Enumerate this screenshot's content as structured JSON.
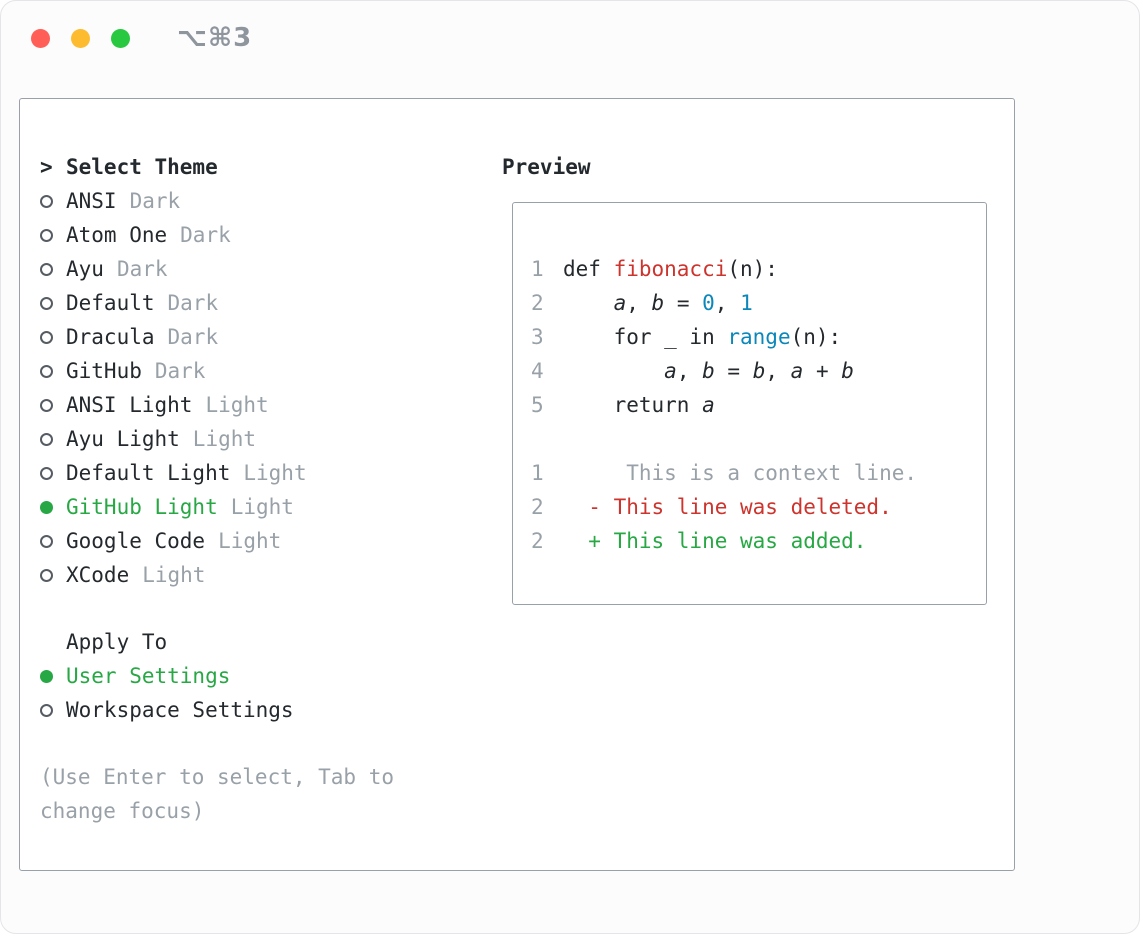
{
  "window": {
    "shortcut": "⌥⌘3",
    "traffic_lights": {
      "close": "#ff5f57",
      "minimize": "#fdbc2f",
      "zoom": "#28c840"
    }
  },
  "selector": {
    "heading_prompt": ">",
    "heading": "Select Theme",
    "themes": [
      {
        "name": "ANSI",
        "variant": "Dark",
        "selected": false
      },
      {
        "name": "Atom One",
        "variant": "Dark",
        "selected": false
      },
      {
        "name": "Ayu",
        "variant": "Dark",
        "selected": false
      },
      {
        "name": "Default",
        "variant": "Dark",
        "selected": false
      },
      {
        "name": "Dracula",
        "variant": "Dark",
        "selected": false
      },
      {
        "name": "GitHub",
        "variant": "Dark",
        "selected": false
      },
      {
        "name": "ANSI Light",
        "variant": "Light",
        "selected": false
      },
      {
        "name": "Ayu Light",
        "variant": "Light",
        "selected": false
      },
      {
        "name": "Default Light",
        "variant": "Light",
        "selected": false
      },
      {
        "name": "GitHub Light",
        "variant": "Light",
        "selected": true
      },
      {
        "name": "Google Code",
        "variant": "Light",
        "selected": false
      },
      {
        "name": "XCode",
        "variant": "Light",
        "selected": false
      }
    ],
    "apply_heading": "Apply To",
    "apply_options": [
      {
        "label": "User Settings",
        "selected": true
      },
      {
        "label": "Workspace Settings",
        "selected": false
      }
    ],
    "hint": "(Use Enter to select, Tab to change focus)"
  },
  "preview": {
    "heading": "Preview",
    "code_lines": [
      {
        "num": "1",
        "tokens": [
          {
            "t": "def ",
            "s": "p"
          },
          {
            "t": "fibonacci",
            "s": "r"
          },
          {
            "t": "(n):",
            "s": "p"
          }
        ]
      },
      {
        "num": "2",
        "tokens": [
          {
            "t": "    ",
            "s": "p"
          },
          {
            "t": "a",
            "s": "v"
          },
          {
            "t": ", ",
            "s": "p"
          },
          {
            "t": "b",
            "s": "v"
          },
          {
            "t": " = ",
            "s": "p"
          },
          {
            "t": "0",
            "s": "b"
          },
          {
            "t": ", ",
            "s": "p"
          },
          {
            "t": "1",
            "s": "b"
          }
        ]
      },
      {
        "num": "3",
        "tokens": [
          {
            "t": "    for _ in ",
            "s": "p"
          },
          {
            "t": "range",
            "s": "b"
          },
          {
            "t": "(n):",
            "s": "p"
          }
        ]
      },
      {
        "num": "4",
        "tokens": [
          {
            "t": "        ",
            "s": "p"
          },
          {
            "t": "a",
            "s": "v"
          },
          {
            "t": ", ",
            "s": "p"
          },
          {
            "t": "b",
            "s": "v"
          },
          {
            "t": " = ",
            "s": "p"
          },
          {
            "t": "b",
            "s": "v"
          },
          {
            "t": ", ",
            "s": "p"
          },
          {
            "t": "a",
            "s": "v"
          },
          {
            "t": " + ",
            "s": "p"
          },
          {
            "t": "b",
            "s": "v"
          }
        ]
      },
      {
        "num": "5",
        "tokens": [
          {
            "t": "    return ",
            "s": "p"
          },
          {
            "t": "a",
            "s": "v"
          }
        ]
      }
    ],
    "diff_lines": [
      {
        "num": "1",
        "text": "     This is a context line.",
        "type": "context"
      },
      {
        "num": "2",
        "text": "  - This line was deleted.",
        "type": "deletion"
      },
      {
        "num": "2",
        "text": "  + This line was added.",
        "type": "addition"
      }
    ]
  },
  "colors": {
    "selected_green": "#28a745",
    "deleted_red": "#cc342d",
    "builtin_blue": "#0b87ba",
    "muted_gray": "#99a1a8",
    "text_dark": "#24292e",
    "panel_border": "#99a1a8"
  }
}
